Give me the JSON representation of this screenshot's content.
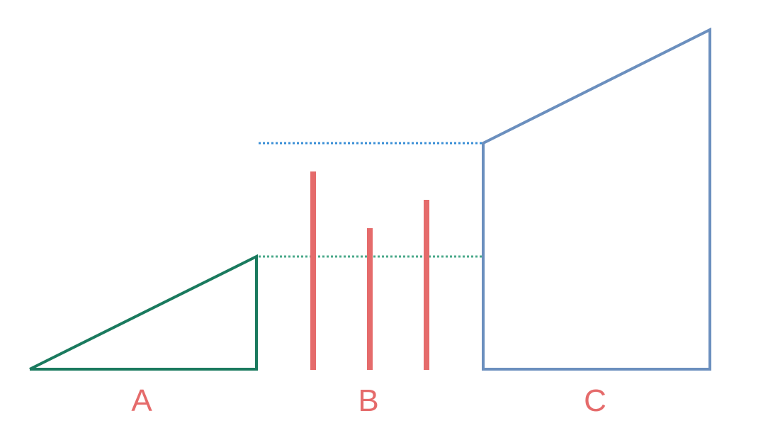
{
  "labels": {
    "a": "A",
    "b": "B",
    "c": "C"
  },
  "colors": {
    "shape_a": "#1a7a5e",
    "shape_c": "#6b8fbe",
    "bars": "#e56b6b",
    "guide_upper": "#3a8fd6",
    "guide_lower": "#4aa88a",
    "label": "#e56b6b"
  }
}
